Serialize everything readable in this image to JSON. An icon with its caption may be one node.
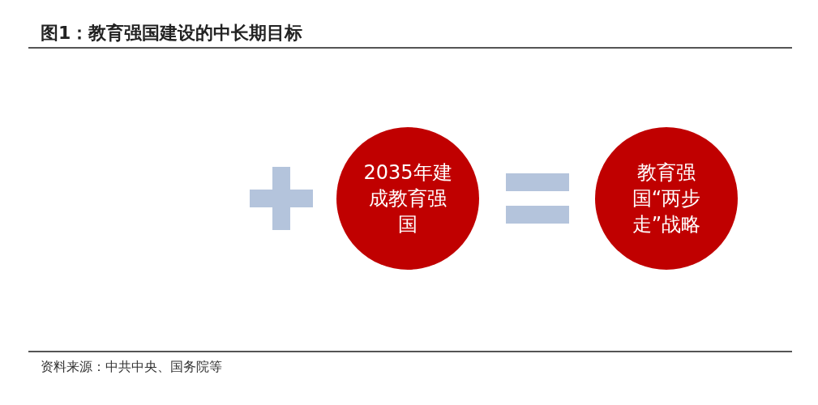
{
  "diagram": {
    "title": "图1：教育强国建设的中长期目标",
    "nodes": [
      {
        "text": [
          "2035年建成教育强国"
        ]
      },
      {
        "text": [
          "教育强国“两步走”战略"
        ]
      }
    ],
    "caption": "资料来源：中共中央、国务院等"
  }
}
